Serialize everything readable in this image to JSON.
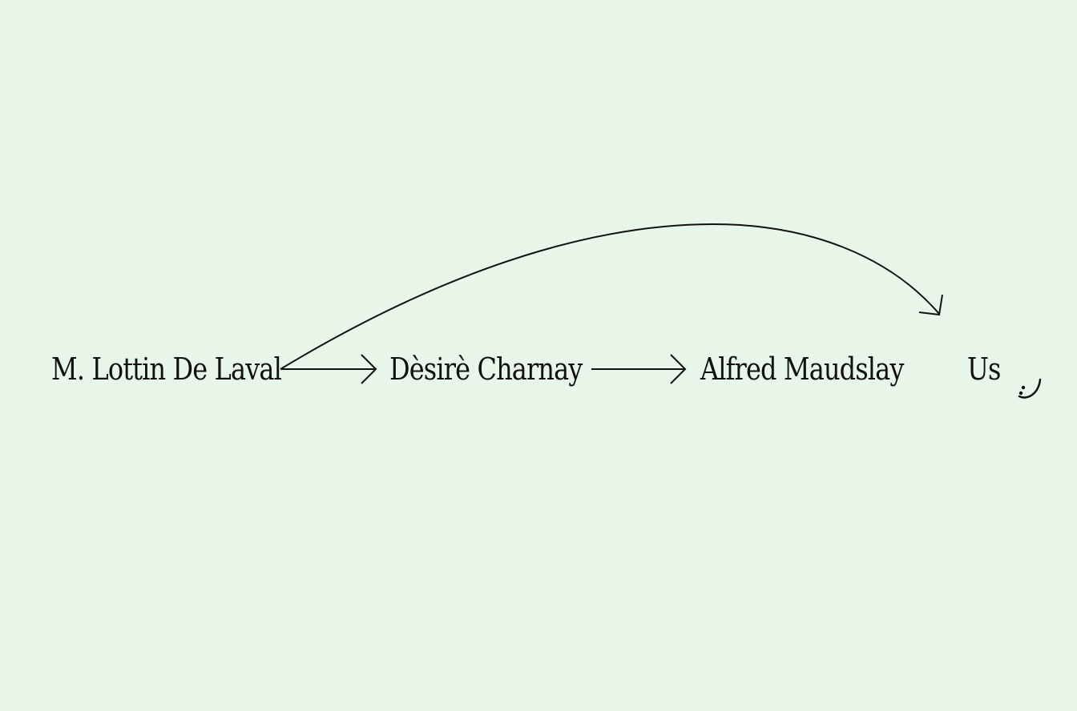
{
  "diagram": {
    "nodes": [
      {
        "id": "lottin",
        "label": "M. Lottin De Laval"
      },
      {
        "id": "charnay",
        "label": "Dèsirè Charnay"
      },
      {
        "id": "maudslay",
        "label": "Alfred Maudslay"
      },
      {
        "id": "us",
        "label": "Us"
      }
    ],
    "edges": [
      {
        "from": "lottin",
        "to": "charnay",
        "style": "straight"
      },
      {
        "from": "charnay",
        "to": "maudslay",
        "style": "straight"
      },
      {
        "from": "lottin",
        "to": "us",
        "style": "curved"
      }
    ],
    "colors": {
      "background": "#e8f5e9",
      "ink": "#111111"
    },
    "icons": {
      "end_mark": "smiley-icon"
    }
  }
}
